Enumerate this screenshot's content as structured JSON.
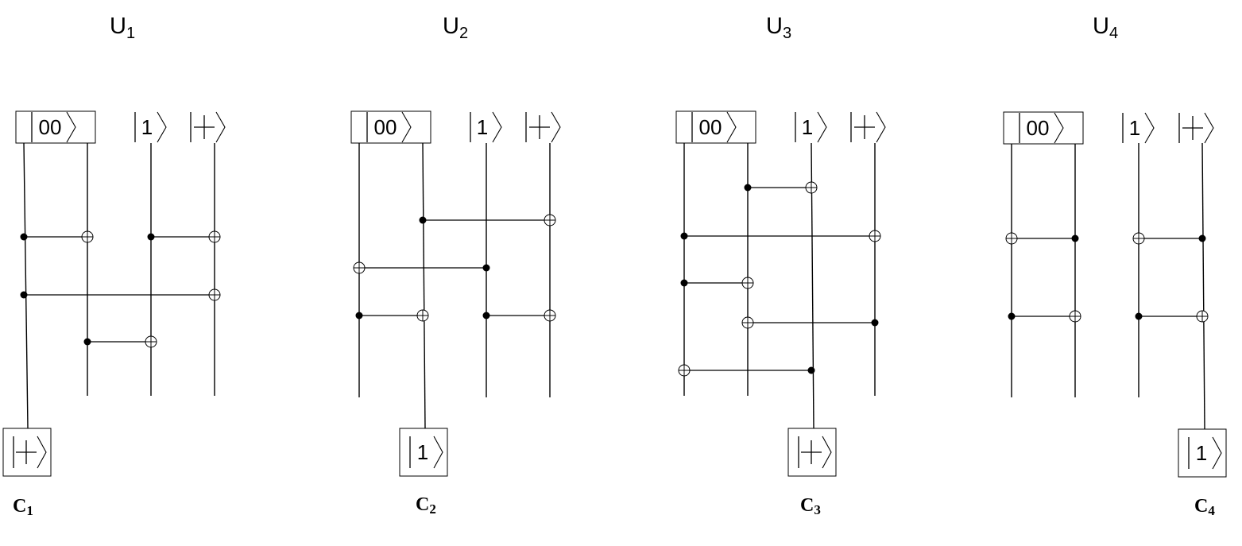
{
  "panels": [
    {
      "unitary": {
        "base": "U",
        "sub": "1"
      },
      "top_kets": {
        "pair": "00",
        "one": "1",
        "plus": "+"
      },
      "gates": [
        {
          "control": 0,
          "target": 1
        },
        {
          "control": 2,
          "target": 3
        },
        {
          "control": 0,
          "target": 3
        },
        {
          "control": 1,
          "target": 2
        }
      ],
      "output_wire": 0,
      "output_ket": "+",
      "circuit_label": {
        "base": "C",
        "sub": "1"
      }
    },
    {
      "unitary": {
        "base": "U",
        "sub": "2"
      },
      "top_kets": {
        "pair": "00",
        "one": "1",
        "plus": "+"
      },
      "gates": [
        {
          "control": 1,
          "target": 3
        },
        {
          "control": 2,
          "target": 0
        },
        {
          "control": 0,
          "target": 1
        },
        {
          "control": 2,
          "target": 3
        }
      ],
      "output_wire": 1,
      "output_ket": "1",
      "circuit_label": {
        "base": "C",
        "sub": "2"
      }
    },
    {
      "unitary": {
        "base": "U",
        "sub": "3"
      },
      "top_kets": {
        "pair": "00",
        "one": "1",
        "plus": "+"
      },
      "gates": [
        {
          "control": 1,
          "target": 2
        },
        {
          "control": 0,
          "target": 3
        },
        {
          "control": 0,
          "target": 1
        },
        {
          "control": 3,
          "target": 1
        },
        {
          "control": 2,
          "target": 0
        }
      ],
      "output_wire": 2,
      "output_ket": "+",
      "circuit_label": {
        "base": "C",
        "sub": "3"
      }
    },
    {
      "unitary": {
        "base": "U",
        "sub": "4"
      },
      "top_kets": {
        "pair": "00",
        "one": "1",
        "plus": "+"
      },
      "gates": [
        {
          "control": 1,
          "target": 0
        },
        {
          "control": 3,
          "target": 2
        },
        {
          "control": 0,
          "target": 1
        },
        {
          "control": 2,
          "target": 3
        }
      ],
      "output_wire": 3,
      "output_ket": "1",
      "circuit_label": {
        "base": "C",
        "sub": "4"
      }
    }
  ]
}
